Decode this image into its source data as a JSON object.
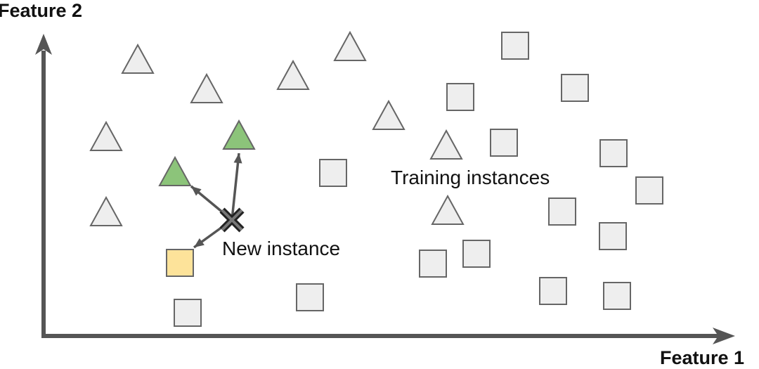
{
  "axes": {
    "x_label": "Feature 1",
    "y_label": "Feature 2"
  },
  "annotations": {
    "training": "Training instances",
    "new_instance": "New instance"
  },
  "colors": {
    "axis": "#555555",
    "shape_fill": "#eeeeee",
    "shape_stroke": "#666666",
    "neighbor_triangle": "#8cc47a",
    "neighbor_square": "#fde39a",
    "arrow": "#555555",
    "cross": "#222222"
  },
  "classes": {
    "triangles": 11,
    "squares": 16,
    "nearest_neighbors": 3
  }
}
